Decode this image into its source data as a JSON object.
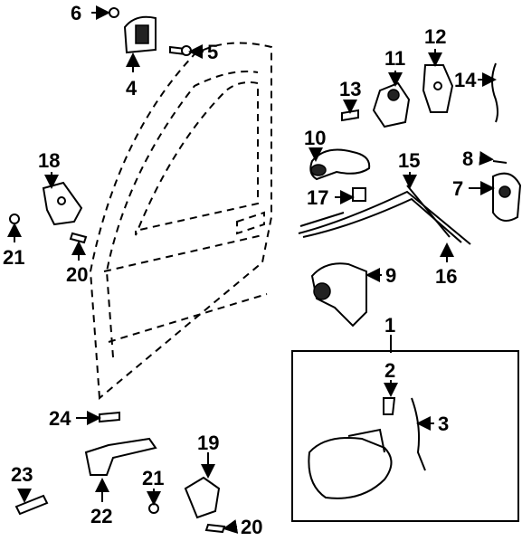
{
  "labels": {
    "l1": "1",
    "l2": "2",
    "l3": "3",
    "l4": "4",
    "l5": "5",
    "l6": "6",
    "l7": "7",
    "l8": "8",
    "l9": "9",
    "l10": "10",
    "l11": "11",
    "l12": "12",
    "l13": "13",
    "l14": "14",
    "l15": "15",
    "l16": "16",
    "l17": "17",
    "l18": "18",
    "l19": "19",
    "l20a": "20",
    "l20b": "20",
    "l21a": "21",
    "l21b": "21",
    "l22": "22",
    "l23": "23",
    "l24": "24"
  }
}
